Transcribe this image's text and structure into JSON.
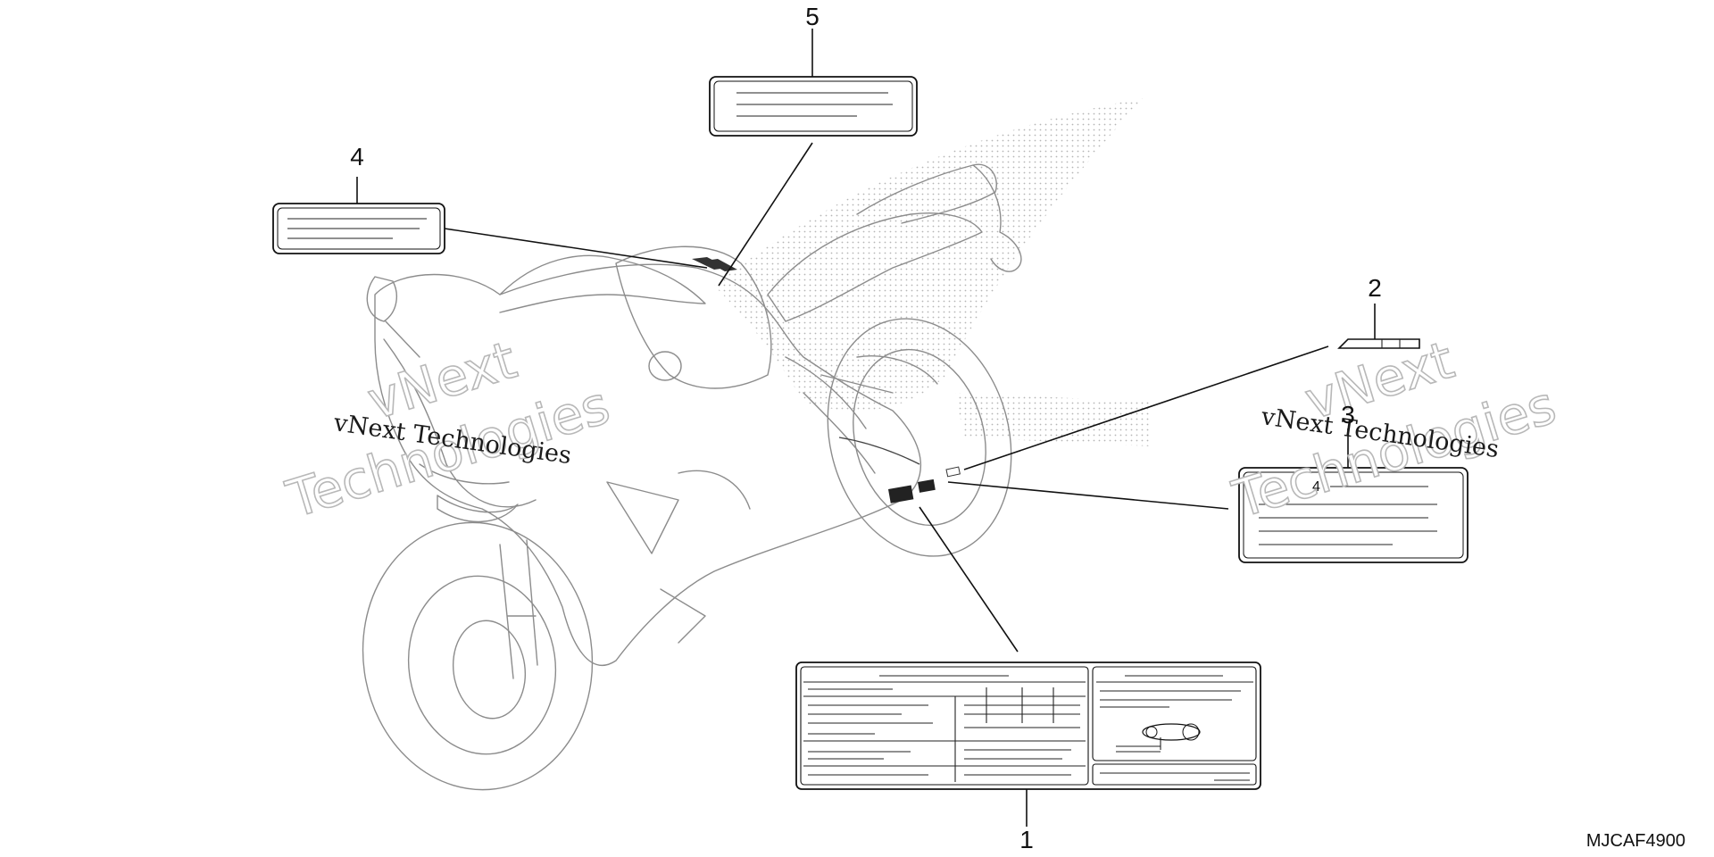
{
  "callouts": {
    "c1": "1",
    "c2": "2",
    "c3": "3",
    "c4": "4",
    "c5": "5"
  },
  "diagram_code": "MJCAF4900",
  "watermark": {
    "line1": "vNext",
    "line2": "Technologies",
    "caption": "vNext Technologies"
  },
  "label3_glyph": "4"
}
